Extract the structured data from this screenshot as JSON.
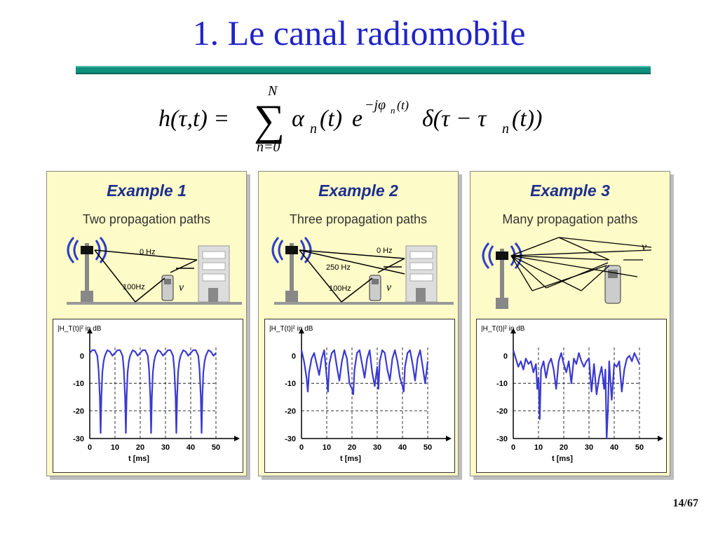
{
  "slide": {
    "title": "1. Le canal radiomobile",
    "page_number": "14/67"
  },
  "formula": {
    "lhs": "h(τ,t) =",
    "sum_upper": "N",
    "sum_lower": "n=0",
    "alpha": "α",
    "sub_n": "n",
    "t_paren": "(t)",
    "e": "e",
    "exponent": "−jφ",
    "exp_sub": "n",
    "exp_tail": "(t)",
    "delta": "δ(τ − τ",
    "tail": "(t))"
  },
  "examples": [
    {
      "title": "Example 1",
      "subtitle": "Two propagation paths",
      "path_labels": [
        "0 Hz",
        "100Hz"
      ],
      "velocity_label": "v"
    },
    {
      "title": "Example 2",
      "subtitle": "Three propagation paths",
      "path_labels": [
        "0 Hz",
        "250 Hz",
        "100Hz"
      ],
      "velocity_label": "v"
    },
    {
      "title": "Example 3",
      "subtitle": "Many propagation paths",
      "path_labels": [],
      "velocity_label": "v"
    }
  ],
  "chart_data": [
    {
      "type": "line",
      "ylabel": "|H_T(t)|² in dB",
      "xlabel": "t [ms]",
      "x_ticks": [
        0,
        10,
        20,
        30,
        40,
        50
      ],
      "y_ticks": [
        0,
        -10,
        -20,
        -30
      ],
      "xlim": [
        0,
        50
      ],
      "ylim": [
        -30,
        3
      ],
      "series": [
        {
          "x": [
            0,
            1,
            2,
            3,
            3.5,
            4,
            4.3,
            4.6,
            5,
            5.5,
            6,
            7,
            8,
            9,
            10,
            11,
            12,
            13,
            13.5,
            14,
            14.3,
            14.6,
            15,
            15.5,
            16,
            17,
            18,
            19,
            20,
            21,
            22,
            23,
            23.5,
            24,
            24.3,
            24.6,
            25,
            25.5,
            26,
            27,
            28,
            29,
            30,
            31,
            32,
            33,
            33.5,
            34,
            34.3,
            34.6,
            35,
            35.5,
            36,
            37,
            38,
            39,
            40,
            41,
            42,
            43,
            43.5,
            44,
            44.3,
            44.6,
            45,
            45.5,
            46,
            47,
            48,
            49,
            50
          ],
          "values": [
            1,
            2,
            2,
            0,
            -5,
            -15,
            -28,
            -15,
            -6,
            -2,
            0,
            2,
            1.5,
            0,
            1,
            2,
            2,
            0,
            -5,
            -15,
            -28,
            -15,
            -6,
            -2,
            0,
            2,
            1.5,
            0,
            1,
            2,
            2,
            0,
            -5,
            -15,
            -28,
            -15,
            -6,
            -2,
            0,
            2,
            1.5,
            0,
            1,
            2,
            2,
            0,
            -5,
            -15,
            -28,
            -15,
            -6,
            -2,
            0,
            2,
            1.5,
            0,
            1,
            2,
            2,
            0,
            -5,
            -15,
            -28,
            -15,
            -6,
            -2,
            0,
            2,
            1.5,
            0,
            1
          ]
        }
      ]
    },
    {
      "type": "line",
      "ylabel": "|H_T(t)|² in dB",
      "xlabel": "t [ms]",
      "x_ticks": [
        0,
        10,
        20,
        30,
        40,
        50
      ],
      "y_ticks": [
        0,
        -10,
        -20,
        -30
      ],
      "xlim": [
        0,
        50
      ],
      "ylim": [
        -30,
        3
      ],
      "series": [
        {
          "x": [
            0,
            1,
            2,
            2.5,
            3,
            4,
            5,
            6,
            7,
            8,
            9,
            10,
            10.5,
            11,
            12,
            13,
            14,
            15,
            16,
            17,
            18,
            19,
            20,
            20.5,
            21,
            22,
            23,
            24,
            25,
            26,
            27,
            28,
            29,
            30,
            30.5,
            31,
            32,
            33,
            34,
            35,
            36,
            37,
            38,
            39,
            40,
            40.5,
            41,
            42,
            43,
            44,
            45,
            46,
            47,
            48,
            49,
            50
          ],
          "values": [
            2,
            -2,
            -8,
            -13,
            -6,
            -1,
            1,
            -3,
            -7,
            -1,
            2,
            -8,
            -13,
            -3,
            1,
            2,
            -4,
            -9,
            -2,
            2,
            -1,
            -10,
            -12,
            -14,
            -5,
            1,
            2,
            -3,
            -8,
            -1,
            2,
            -6,
            -11,
            -4,
            -12,
            -2,
            2,
            1,
            -5,
            -9,
            -1,
            2,
            -2,
            -8,
            -11,
            -13,
            -4,
            1,
            2,
            -3,
            -9,
            -1,
            2,
            -4,
            -10,
            -2
          ]
        }
      ]
    },
    {
      "type": "line",
      "ylabel": "|H_T(t)|² in dB",
      "xlabel": "t [ms]",
      "x_ticks": [
        0,
        10,
        20,
        30,
        40,
        50
      ],
      "y_ticks": [
        0,
        -10,
        -20,
        -30
      ],
      "xlim": [
        0,
        50
      ],
      "ylim": [
        -30,
        3
      ],
      "series": [
        {
          "x": [
            0,
            1,
            2,
            3,
            4,
            5,
            6,
            7,
            8,
            9,
            9.5,
            10,
            10.5,
            11,
            12,
            13,
            14,
            15,
            16,
            17,
            18,
            19,
            20,
            21,
            22,
            23,
            24,
            25,
            26,
            27,
            28,
            29,
            30,
            31,
            32,
            33,
            34,
            35,
            36,
            36.5,
            37,
            37.5,
            38,
            39,
            40,
            41,
            42,
            43,
            44,
            45,
            46,
            47,
            48,
            49,
            50
          ],
          "values": [
            2,
            -1,
            -4,
            -2,
            -5,
            -1,
            -3,
            -2,
            -6,
            -3,
            -12,
            -8,
            -23,
            -5,
            -2,
            -8,
            -3,
            -1,
            -5,
            -12,
            -2,
            1,
            -3,
            -6,
            -2,
            -10,
            -1,
            -3,
            1,
            -2,
            -4,
            -2,
            -1,
            -13,
            -3,
            -14,
            -8,
            -4,
            -12,
            -5,
            -30,
            -20,
            -2,
            -16,
            -3,
            -4,
            -2,
            -13,
            -5,
            -1,
            0,
            -2,
            1,
            -1,
            -3
          ]
        }
      ]
    }
  ]
}
